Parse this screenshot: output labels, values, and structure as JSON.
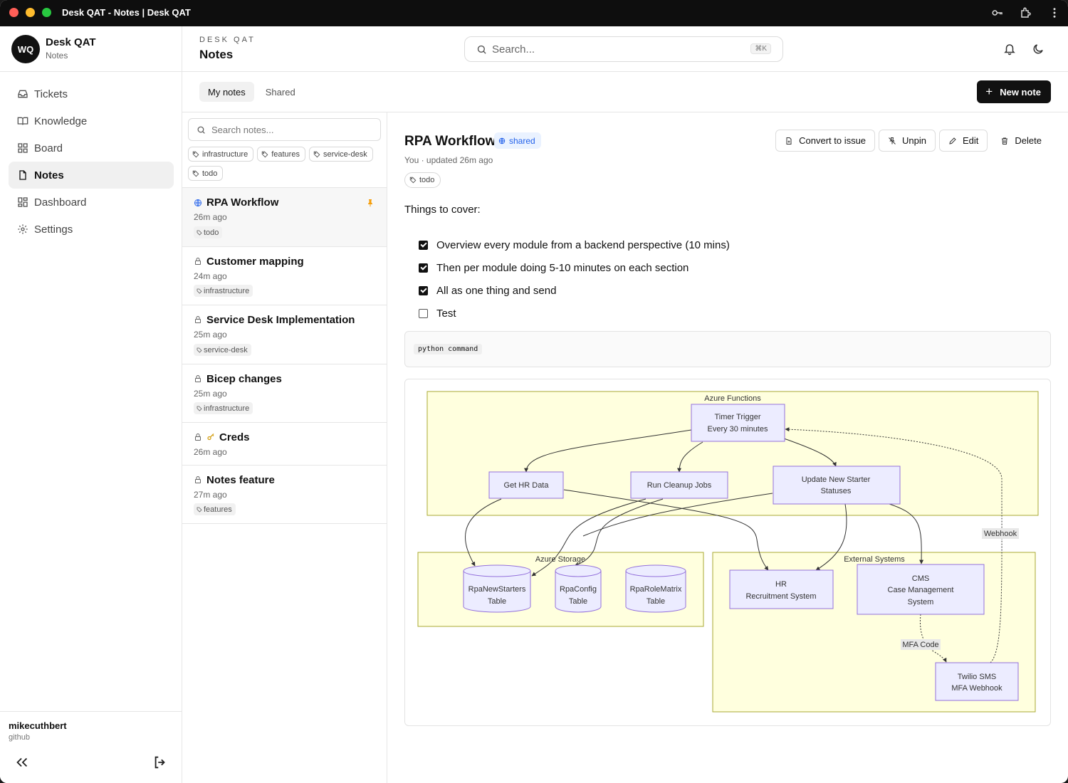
{
  "window": {
    "title": "Desk QAT - Notes | Desk QAT"
  },
  "brand": {
    "initials": "WQ",
    "name": "Desk QAT",
    "subtitle": "Notes"
  },
  "nav": [
    {
      "label": "Tickets",
      "icon": "inbox-icon"
    },
    {
      "label": "Knowledge",
      "icon": "book-icon"
    },
    {
      "label": "Board",
      "icon": "board-grid-icon"
    },
    {
      "label": "Notes",
      "icon": "file-icon",
      "active": true
    },
    {
      "label": "Dashboard",
      "icon": "dashboard-icon"
    },
    {
      "label": "Settings",
      "icon": "gear-icon"
    }
  ],
  "user": {
    "name": "mikecuthbert",
    "provider": "github"
  },
  "header": {
    "eyebrow": "DESK QAT",
    "title": "Notes",
    "search_placeholder": "Search...",
    "shortcut": "⌘K"
  },
  "tabs": [
    {
      "label": "My notes",
      "active": true
    },
    {
      "label": "Shared",
      "active": false
    }
  ],
  "new_note_label": "New note",
  "list": {
    "search_placeholder": "Search notes...",
    "tag_filters": [
      "infrastructure",
      "features",
      "service-desk",
      "todo"
    ],
    "notes": [
      {
        "title": "RPA Workflow",
        "time": "26m ago",
        "tag": "todo",
        "icon": "globe-icon",
        "pinned": true,
        "active": true
      },
      {
        "title": "Customer mapping",
        "time": "24m ago",
        "tag": "infrastructure",
        "icon": "lock-icon"
      },
      {
        "title": "Service Desk Implementation",
        "time": "25m ago",
        "tag": "service-desk",
        "icon": "lock-icon"
      },
      {
        "title": "Bicep changes",
        "time": "25m ago",
        "tag": "infrastructure",
        "icon": "lock-icon"
      },
      {
        "title": "Creds",
        "time": "26m ago",
        "tag": "",
        "icon": "lock-icon",
        "key_icon": true
      },
      {
        "title": "Notes feature",
        "time": "27m ago",
        "tag": "features",
        "icon": "lock-icon"
      }
    ]
  },
  "detail": {
    "title": "RPA Workflow",
    "badge": "shared",
    "meta": "You · updated 26m ago",
    "tag": "todo",
    "actions": [
      "Convert to issue",
      "Unpin",
      "Edit",
      "Delete"
    ],
    "intro": "Things to cover:",
    "checklist": [
      {
        "text": "Overview every module from a backend perspective (10 mins)",
        "checked": true
      },
      {
        "text": "Then per module doing 5-10 minutes on each section",
        "checked": true
      },
      {
        "text": "All as one thing and send",
        "checked": true
      },
      {
        "text": "Test",
        "checked": false
      }
    ],
    "code": "python command"
  },
  "diagram": {
    "groups": {
      "functions": "Azure Functions",
      "storage": "Azure Storage",
      "external": "External Systems"
    },
    "nodes": {
      "timer": [
        "Timer Trigger",
        "Every 30 minutes"
      ],
      "hr_data": "Get HR Data",
      "cleanup": "Run Cleanup Jobs",
      "update": [
        "Update New Starter",
        "Statuses"
      ],
      "starters": [
        "RpaNewStarters",
        "Table"
      ],
      "config": [
        "RpaConfig",
        "Table"
      ],
      "matrix": [
        "RpaRoleMatrix",
        "Table"
      ],
      "hr_system": [
        "HR",
        "Recruitment System"
      ],
      "cms": [
        "CMS",
        "Case Management",
        "System"
      ],
      "twilio": [
        "Twilio SMS",
        "MFA Webhook"
      ]
    },
    "edge_labels": {
      "webhook": "Webhook",
      "mfa": "MFA Code"
    },
    "colors": {
      "cluster_fill": "#ffffde",
      "cluster_stroke": "#aaaa33",
      "node_fill": "#ececff",
      "node_stroke": "#9370db"
    }
  }
}
